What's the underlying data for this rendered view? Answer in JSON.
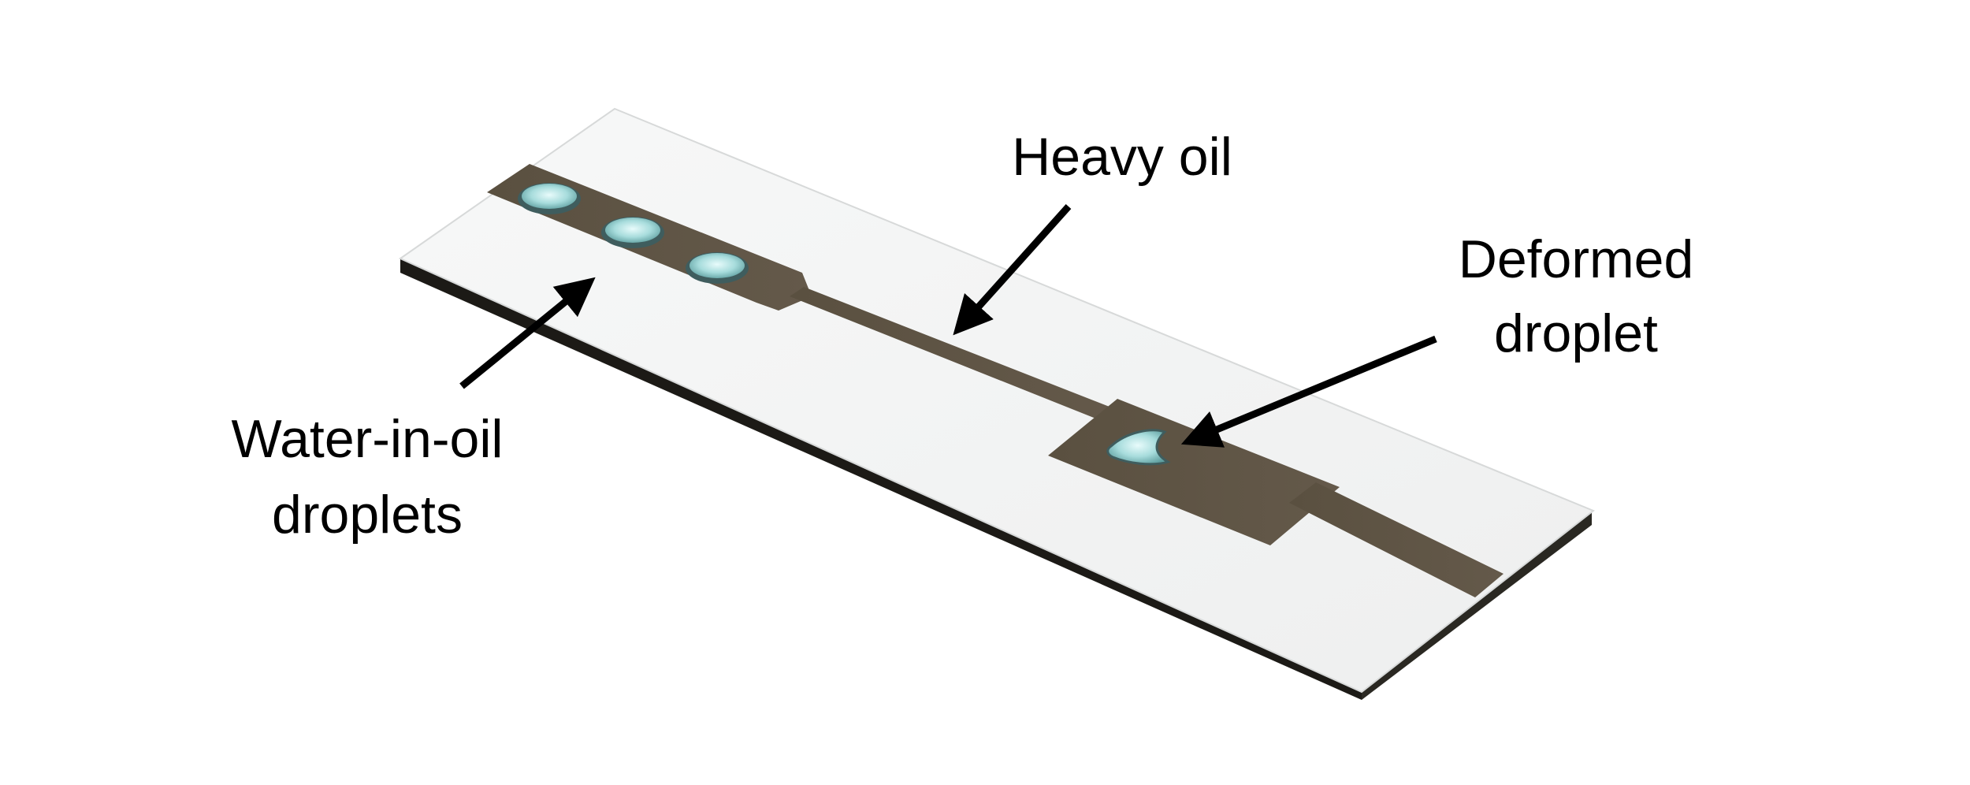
{
  "labels": {
    "heavy_oil": "Heavy oil",
    "deformed_droplet_line1": "Deformed",
    "deformed_droplet_line2": "droplet",
    "water_in_oil_line1": "Water-in-oil",
    "water_in_oil_line2": "droplets"
  },
  "colors": {
    "background": "#ffffff",
    "glass_top": "#f3f4f4",
    "glass_edge": "#d7d9d9",
    "slide_side_dark": "#1c1a16",
    "channel": "#5d5341",
    "droplet": "#9fd3d3",
    "arrow": "#000000",
    "text": "#000000"
  }
}
